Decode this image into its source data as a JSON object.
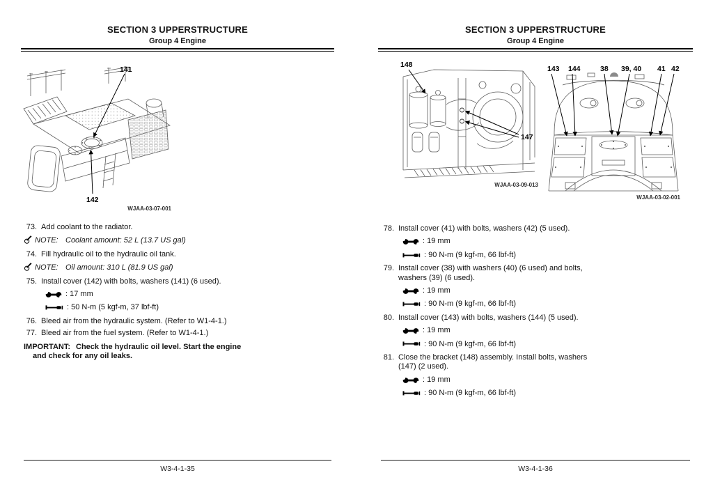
{
  "pages": {
    "left": {
      "section_title": "SECTION 3 UPPERSTRUCTURE",
      "group_title": "Group 4 Engine",
      "figure": {
        "callouts": {
          "c141": "141",
          "c142": "142"
        },
        "code": "WJAA-03-07-001"
      },
      "steps": [
        {
          "num": "73.",
          "text": "Add coolant to the radiator."
        },
        {
          "label": "NOTE:",
          "text": "Coolant amount: 52 L (13.7 US gal)"
        },
        {
          "num": "74.",
          "text": "Fill hydraulic oil to the hydraulic oil tank."
        },
        {
          "label": "NOTE:",
          "text": "Oil amount: 310 L (81.9 US gal)"
        },
        {
          "num": "75.",
          "text": "Install cover (142) with bolts, washers (141) (6 used)."
        },
        {
          "tool": "wrench",
          "text": ": 17 mm"
        },
        {
          "tool": "torque",
          "text": ": 50 N-m (5 kgf-m, 37 lbf-ft)"
        },
        {
          "num": "76.",
          "text": "Bleed air from the hydraulic system. (Refer to W1-4-1.)"
        },
        {
          "num": "77.",
          "text": "Bleed air from the fuel system. (Refer to W1-4-1.)"
        },
        {
          "label": "IMPORTANT:",
          "text": "Check the hydraulic oil level. Start the engine and check for any oil leaks."
        }
      ],
      "page_number": "W3-4-1-35"
    },
    "right": {
      "section_title": "SECTION 3 UPPERSTRUCTURE",
      "group_title": "Group 4 Engine",
      "figure_a": {
        "callouts": {
          "c148": "148",
          "c147": "147"
        },
        "code": "WJAA-03-09-013"
      },
      "figure_b": {
        "callouts": {
          "c143": "143",
          "c144": "144",
          "c38": "38",
          "c39_40": "39, 40",
          "c41": "41",
          "c42": "42"
        },
        "code": "WJAA-03-02-001"
      },
      "steps": [
        {
          "num": "78.",
          "text": "Install cover (41) with bolts, washers (42) (5 used)."
        },
        {
          "tool": "wrench",
          "text": ": 19 mm"
        },
        {
          "tool": "torque",
          "text": ": 90 N-m (9 kgf-m, 66 lbf-ft)"
        },
        {
          "num": "79.",
          "text": "Install cover (38) with washers (40) (6 used) and bolts, washers (39) (6 used)."
        },
        {
          "tool": "wrench",
          "text": ": 19 mm"
        },
        {
          "tool": "torque",
          "text": ": 90 N-m (9 kgf-m, 66 lbf-ft)"
        },
        {
          "num": "80.",
          "text": "Install cover (143) with bolts, washers (144) (5 used)."
        },
        {
          "tool": "wrench",
          "text": ": 19 mm"
        },
        {
          "tool": "torque",
          "text": ": 90 N-m (9 kgf-m, 66 lbf-ft)"
        },
        {
          "num": "81.",
          "text": "Close the bracket (148) assembly. Install bolts, washers (147) (2 used)."
        },
        {
          "tool": "wrench",
          "text": ": 19 mm"
        },
        {
          "tool": "torque",
          "text": ": 90 N-m (9 kgf-m, 66 lbf-ft)"
        }
      ],
      "page_number": "W3-4-1-36"
    }
  }
}
